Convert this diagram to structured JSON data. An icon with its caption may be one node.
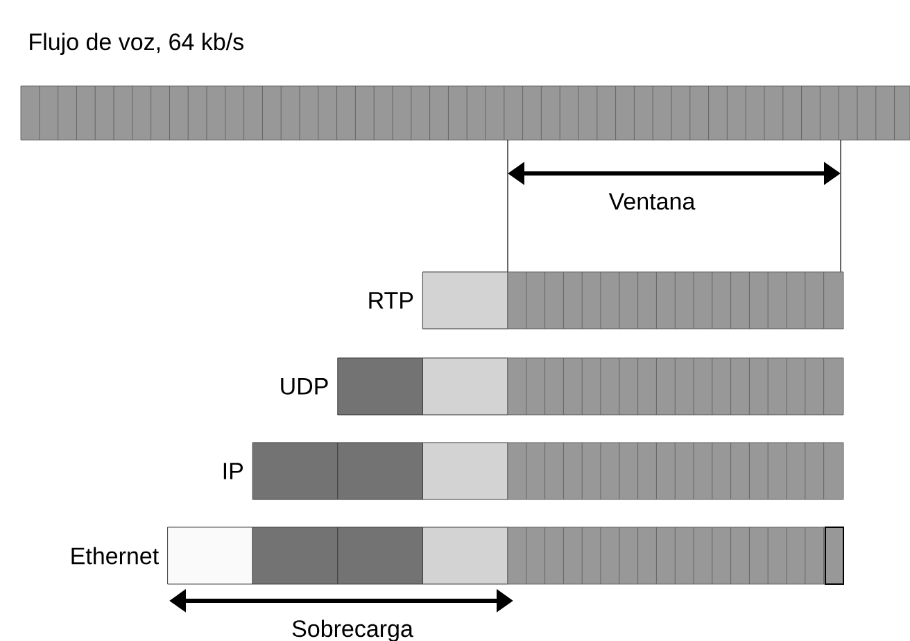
{
  "diagram": {
    "labels": [
      "Flujo de voz, 64 kb/s",
      "Ventana",
      "RTP",
      "UDP",
      "IP",
      "Ethernet",
      "Sobrecarga"
    ]
  }
}
